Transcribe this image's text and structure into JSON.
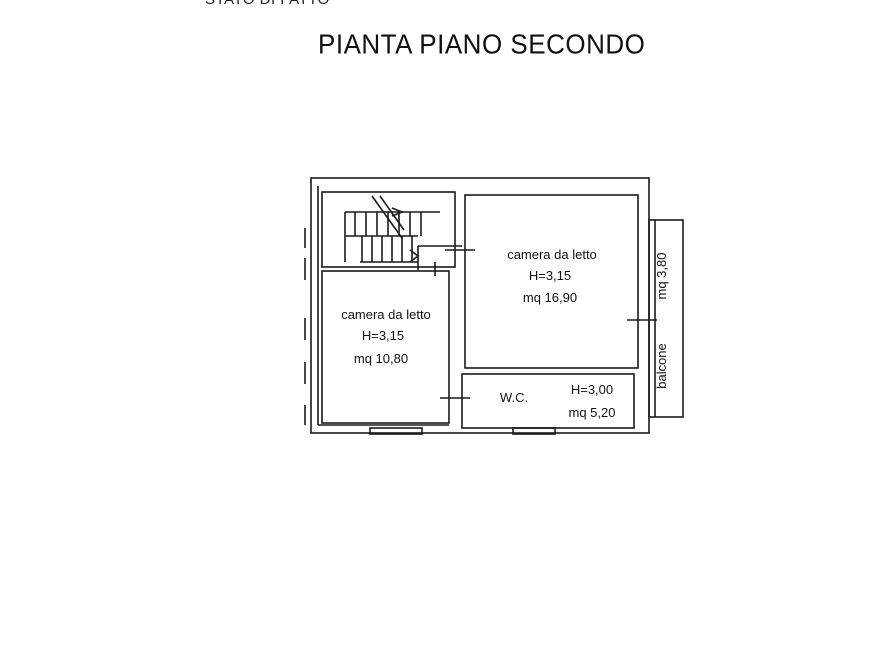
{
  "header": {
    "subtitle": "STATO DI FATTO",
    "title": "PIANTA PIANO SECONDO"
  },
  "rooms": {
    "bedroom_large": {
      "name": "camera da letto",
      "height": "H=3,15",
      "area": "mq 16,90"
    },
    "bedroom_small": {
      "name": "camera da letto",
      "height": "H=3,15",
      "area": "mq 10,80"
    },
    "wc": {
      "name": "W.C.",
      "height": "H=3,00",
      "area": "mq 5,20"
    },
    "balcony": {
      "name": "balcone",
      "area": "mq 3,80"
    }
  },
  "colors": {
    "wall": "#1a1a1a",
    "background": "#ffffff"
  }
}
